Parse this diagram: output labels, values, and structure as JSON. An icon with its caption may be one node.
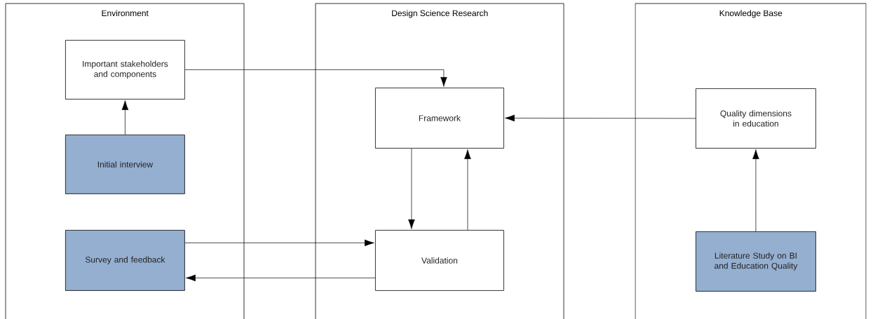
{
  "diagram": {
    "nodes": [
      {
        "text": [
          "Environment"
        ]
      },
      {
        "text": [
          "Important stakeholders and components"
        ],
        "in": 0
      },
      {
        "text": [
          "Initial interview"
        ],
        "in": 0
      },
      {
        "text": [
          "Survey and feedback"
        ],
        "in": 0
      },
      {
        "text": [
          "Design Science Research"
        ]
      },
      {
        "text": [
          "Framework"
        ],
        "in": 4
      },
      {
        "text": [
          "Validation"
        ],
        "in": 4
      },
      {
        "text": [
          "Knowledge Base"
        ]
      },
      {
        "text": [
          "Quality dimensions in education"
        ],
        "in": 7
      },
      {
        "text": [
          "Literature Study on BI and Education Quality"
        ],
        "in": 7
      }
    ],
    "edges": [
      {
        "from": 2,
        "to": 1,
        "arrow": "to"
      },
      {
        "from": 1,
        "to": 5,
        "arrow": "to"
      },
      {
        "from": 8,
        "to": 5,
        "arrow": "to"
      },
      {
        "from": 9,
        "to": 8,
        "arrow": "to"
      },
      {
        "from": 5,
        "to": 6,
        "arrow": "to"
      },
      {
        "from": 6,
        "to": 5,
        "arrow": "to"
      },
      {
        "from": 3,
        "to": 6,
        "arrow": "to"
      },
      {
        "from": 6,
        "to": 3,
        "arrow": "to"
      }
    ]
  }
}
